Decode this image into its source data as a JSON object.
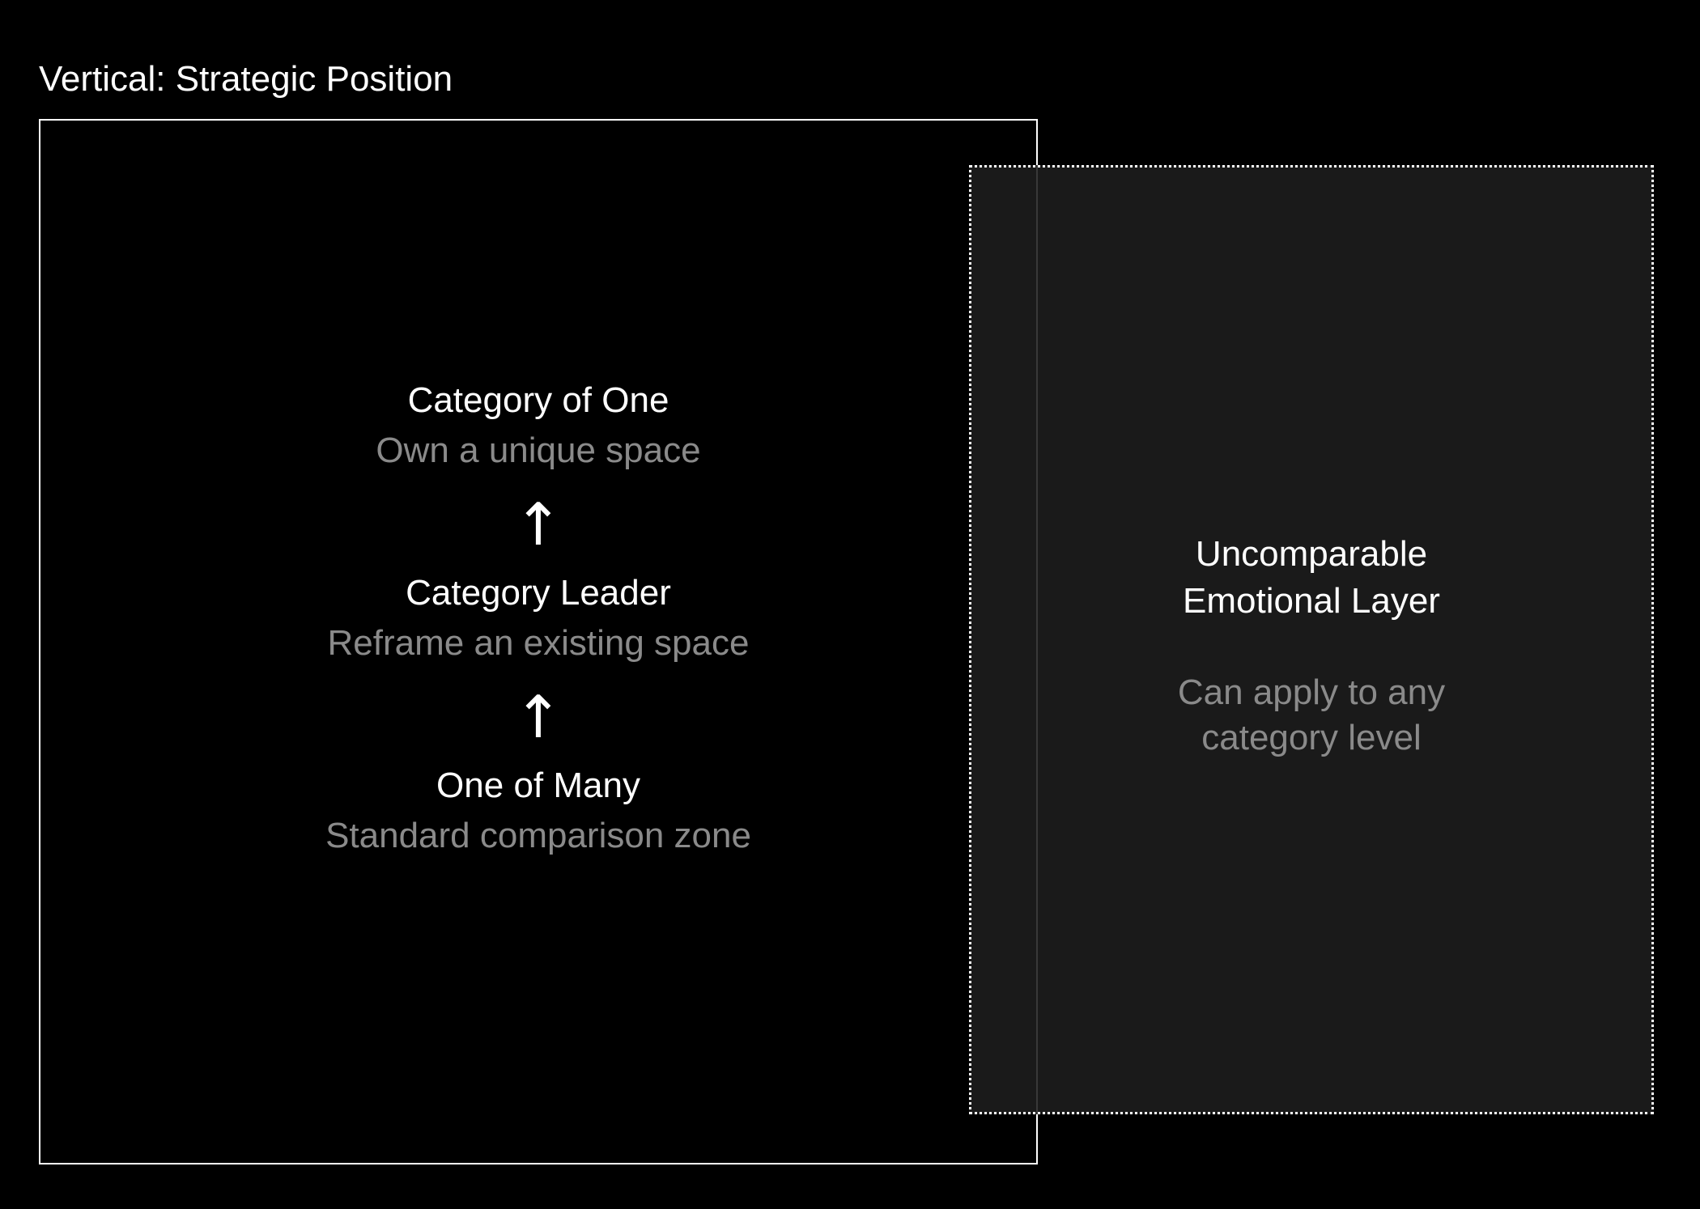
{
  "title": "Vertical: Strategic Position",
  "levels": [
    {
      "title": "Category of One",
      "subtitle": "Own a unique space"
    },
    {
      "title": "Category Leader",
      "subtitle": "Reframe an existing space"
    },
    {
      "title": "One of Many",
      "subtitle": "Standard comparison zone"
    }
  ],
  "arrow_glyph": "↑",
  "side_panel": {
    "title": "Uncomparable\nEmotional Layer",
    "subtitle": "Can apply to any\ncategory level"
  },
  "colors": {
    "background": "#000000",
    "primary_text": "#ffffff",
    "secondary_text": "#8a8a8a",
    "overlay_fill": "#1e1e1e"
  }
}
